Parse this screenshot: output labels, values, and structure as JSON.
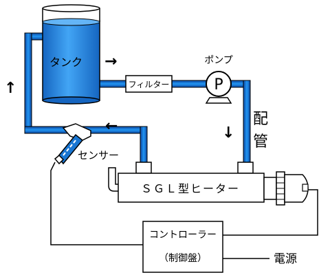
{
  "labels": {
    "tank": "タンク",
    "filter": "フィルター",
    "pump": "ポンプ",
    "pump_symbol": "P",
    "piping_1": "配",
    "piping_2": "管",
    "sensor": "センサー",
    "heater": "ＳＧＬ型ヒーター",
    "controller_line1": "コントローラー",
    "controller_line2": "（制御盤）",
    "power": "電源"
  },
  "arrows": {
    "flow_right": "→",
    "flow_left": "←",
    "flow_up": "↑",
    "flow_down": "↓"
  },
  "colors": {
    "water": "#1e90ff",
    "pipe": "#1e90ff",
    "tank_water_light": "#9fd2ff",
    "outline": "#000000",
    "heater_fill": "#ffffff"
  }
}
